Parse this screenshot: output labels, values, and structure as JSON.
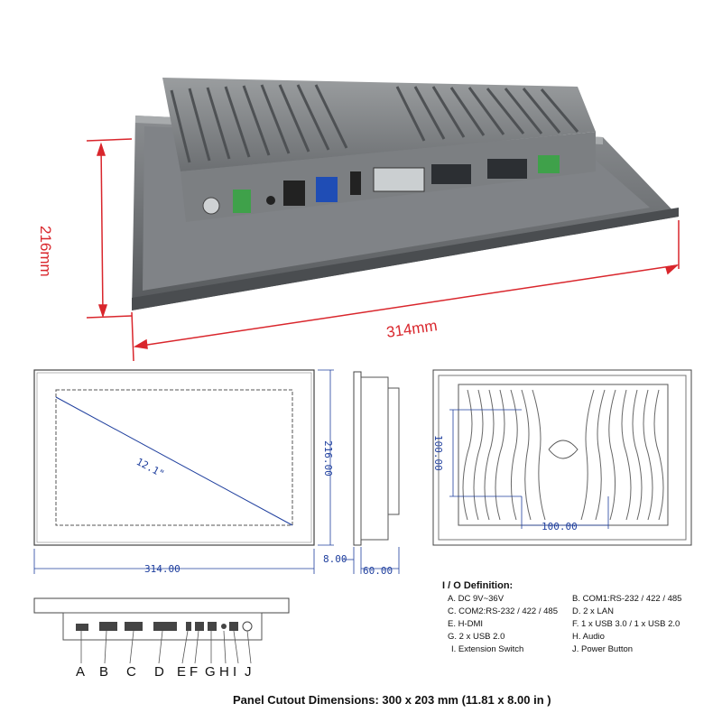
{
  "photo": {
    "height_label": "216mm",
    "width_label": "314mm"
  },
  "front_view": {
    "diagonal_label": "12.1\"",
    "height_label": "216.00",
    "width_label": "314.00"
  },
  "side_view": {
    "bezel_label": "8.00",
    "depth_label": "60.00"
  },
  "rear_view": {
    "vertical_mount_label": "100.00",
    "horizontal_mount_label": "100.00"
  },
  "io_definition": {
    "title": "I / O Definition:",
    "items": [
      "A. DC 9V~36V",
      "B. COM1:RS-232 / 422 / 485",
      "C. COM2:RS-232 / 422 / 485",
      "D. 2 x LAN",
      "E. H-DMI",
      "F. 1 x USB 3.0 / 1 x USB 2.0",
      "G. 2 x USB 2.0",
      "H. Audio",
      "I. Extension Switch",
      "J. Power Button"
    ]
  },
  "port_labels": [
    "A",
    "B",
    "C",
    "D",
    "E",
    "F",
    "G",
    "H",
    "I",
    "J"
  ],
  "footer": {
    "cutout": "Panel Cutout Dimensions: 300 x 203 mm (11.81 x 8.00 in )"
  },
  "colors": {
    "dimension_red": "#d9262c",
    "dimension_blue": "#1f3f9e",
    "chassis_gray": "#6e7276"
  }
}
